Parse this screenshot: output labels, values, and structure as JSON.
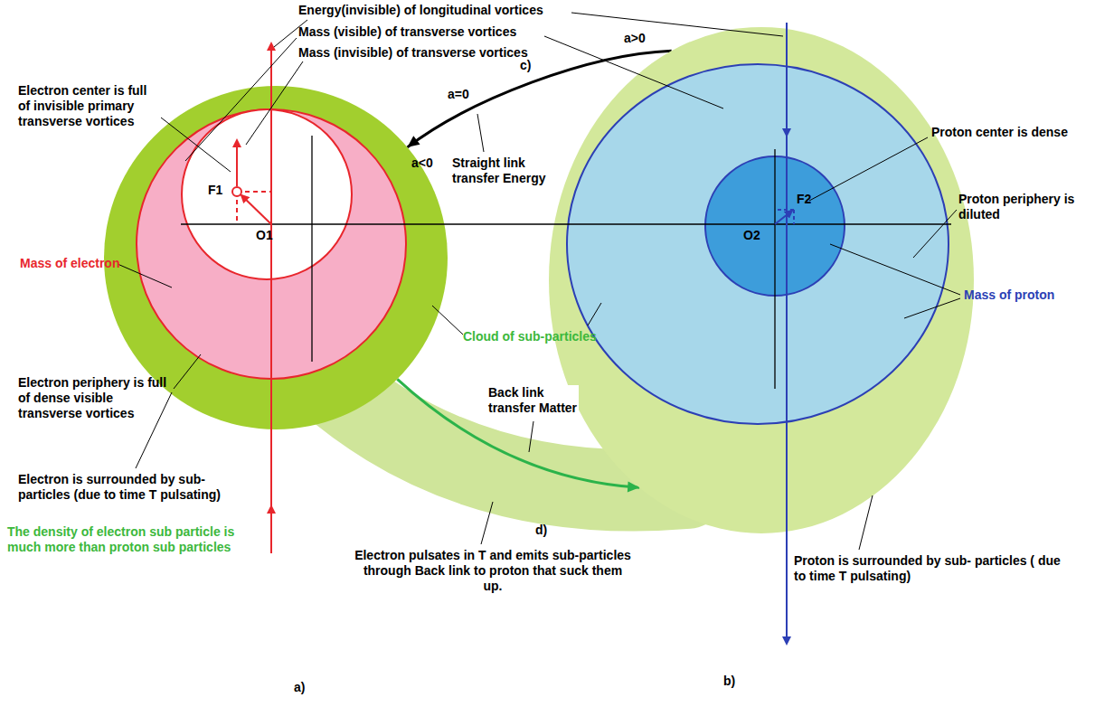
{
  "diagram": {
    "nodes": [
      {
        "text": [
          "Electron is surrounded by sub-particles (due to time T pulsating)"
        ]
      },
      {
        "text": [
          "Mass of electron"
        ],
        "in": 0
      },
      {
        "text": [
          "F1",
          "O1"
        ],
        "in": 1
      },
      {
        "text": [
          "Proton is surrounded by sub- particles ( due to time T pulsating)"
        ]
      },
      {
        "text": [
          "Mass of proton"
        ],
        "in": 3
      },
      {
        "text": [
          "F2",
          "O2"
        ],
        "in": 4
      }
    ],
    "edges": [
      {
        "from": 3,
        "to": 0,
        "arrow": "to",
        "label": "Straight link transfer Energy"
      },
      {
        "from": 0,
        "to": 3,
        "arrow": "to",
        "label": "Back link transfer Matter"
      }
    ],
    "labels": [
      "Energy(invisible) of longitudinal vortices",
      "Mass (visible) of transverse vortices",
      "Mass (invisible) of transverse vortices",
      "Electron center is full of invisible primary transverse vortices",
      "c)",
      "a=0",
      "a>0",
      "a<0",
      "Proton center is dense",
      "Proton periphery is diluted",
      "Cloud of sub-particles",
      "Electron periphery is full of dense visible transverse vortices",
      "d)",
      "Electron pulsates in T and emits sub-particles through Back link to proton that suck them up.",
      "The density of electron sub particle is much more than proton sub particles",
      "a)",
      "b)"
    ]
  }
}
